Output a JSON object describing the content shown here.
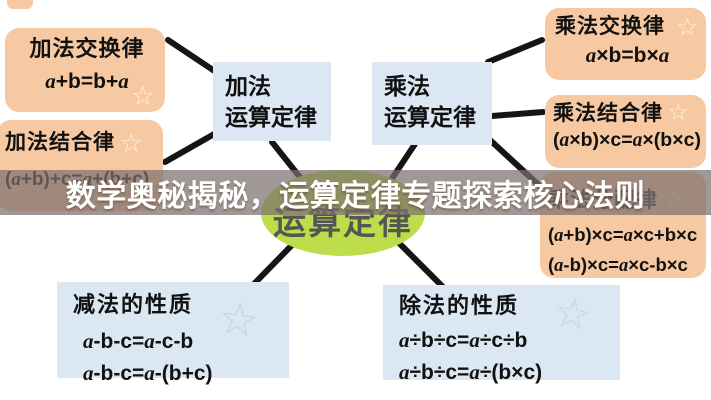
{
  "banner": {
    "text": "数学奥秘揭秘，运算定律专题探索核心法则"
  },
  "center": {
    "label": "运算定律"
  },
  "hubs": {
    "addition": {
      "line1": "加法",
      "line2": "运算定律"
    },
    "multiplication": {
      "line1": "乘法",
      "line2": "运算定律"
    }
  },
  "laws": {
    "add_commutative": {
      "title": "加法交换律",
      "formula1": "a+b=b+a"
    },
    "add_associative": {
      "title": "加法结合律",
      "formula1": "(a+b)+c=a+(b+c)"
    },
    "mul_commutative": {
      "title": "乘法交换律",
      "formula1": "a×b=b×a"
    },
    "mul_associative": {
      "title": "乘法结合律",
      "formula1": "(a×b)×c=a×(b×c)"
    },
    "mul_distributive": {
      "title": "乘法分配律",
      "formula1": "(a+b)×c=a×c+b×c",
      "formula2": "(a-b)×c=a×c-b×c"
    },
    "sub_property": {
      "title": "减法的性质",
      "formula1": "a-b-c=a-c-b",
      "formula2": "a-b-c=a-(b+c)"
    },
    "div_property": {
      "title": "除法的性质",
      "formula1": "a÷b÷c=a÷c÷b",
      "formula2": "a÷b÷c=a÷(b×c)"
    }
  },
  "icons": {
    "star": "☆"
  },
  "colors": {
    "peach": "#f7c9a2",
    "blue": "#dbe8f4",
    "green": "#bedd4a",
    "line": "#151515",
    "banner_overlay": "rgba(124,112,110,0.72)"
  }
}
